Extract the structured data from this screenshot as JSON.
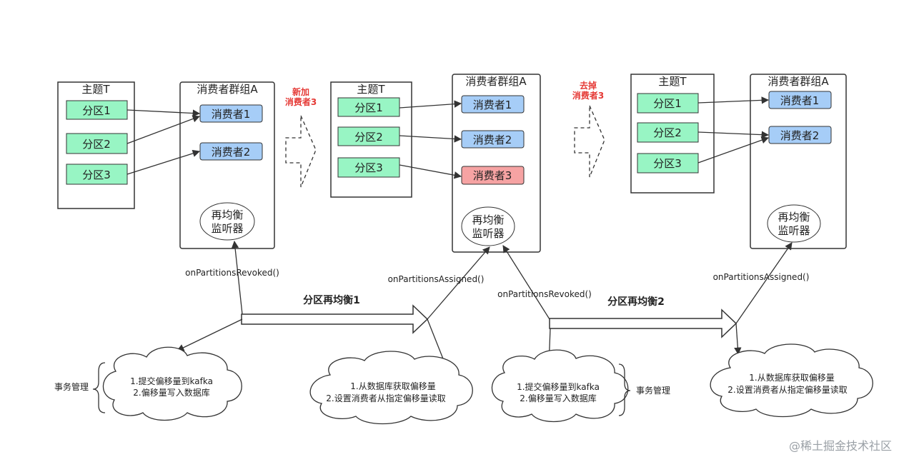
{
  "topic_title": "主题T",
  "group_title": "消费者群组A",
  "partitions": [
    "分区1",
    "分区2",
    "分区3"
  ],
  "consumers": [
    "消费者1",
    "消费者2",
    "消费者3"
  ],
  "listener": [
    "再均衡",
    "监听器"
  ],
  "add_consumer_label": [
    "新加",
    "消费者3"
  ],
  "remove_consumer_label": [
    "去掉",
    "消费者3"
  ],
  "callbacks": {
    "revoked": "onPartitionsRevoked()",
    "assigned": "onPartitionsAssigned()"
  },
  "rebalance_1": "分区再均衡1",
  "rebalance_2": "分区再均衡2",
  "commit_cloud": [
    "1.提交偏移量到kafka",
    "2.偏移量写入数据库"
  ],
  "read_cloud": [
    "1.从数据库获取偏移量",
    "2.设置消费者从指定偏移量读取"
  ],
  "transaction_label": "事务管理",
  "watermark": "@稀土掘金技术社区",
  "colors": {
    "partition_fill": "#98f5c4",
    "consumer_fill": "#a6cdf7",
    "consumer_new_fill": "#f6a3a3",
    "add_label": "#e53935",
    "line": "#333333"
  }
}
